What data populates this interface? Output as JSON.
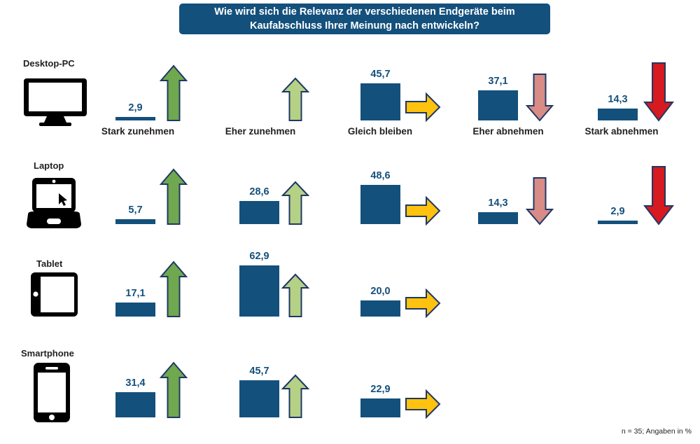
{
  "title": {
    "line1": "Wie wird sich die Relevanz der verschiedenen Endgeräte beim",
    "line2": "Kaufabschluss Ihrer Meinung nach entwickeln?"
  },
  "footnote": "n = 35; Angaben in %",
  "colors": {
    "banner": "#14507C",
    "bar": "#14507C",
    "value_text": "#14507C",
    "arrow_strong_up": "#6FA84F",
    "arrow_slight_up": "#B5D186",
    "arrow_same": "#FFC20E",
    "arrow_slight_down": "#D98B86",
    "arrow_strong_down": "#D71920",
    "arrow_outline": "#1F3864",
    "label_text": "#231F20"
  },
  "chart_data": {
    "type": "bar",
    "title": "Wie wird sich die Relevanz der verschiedenen Endgeräte beim Kaufabschluss Ihrer Meinung nach entwickeln?",
    "xlabel": "",
    "ylabel": "",
    "unit": "%",
    "sample_size": "n = 35",
    "grid": false,
    "legend": "none",
    "ylim": [
      0,
      62.9
    ],
    "categories": [
      "Stark zunehmen",
      "Eher zunehmen",
      "Gleich  bleiben",
      "Eher abnehmen",
      "Stark abnehmen"
    ],
    "series": [
      {
        "name": "Desktop-PC",
        "values": [
          2.9,
          null,
          45.7,
          37.1,
          14.3
        ]
      },
      {
        "name": "Laptop",
        "values": [
          5.7,
          28.6,
          48.6,
          14.3,
          2.9
        ]
      },
      {
        "name": "Tablet",
        "values": [
          17.1,
          62.9,
          20.0,
          null,
          null
        ]
      },
      {
        "name": "Smartphone",
        "values": [
          31.4,
          45.7,
          22.9,
          null,
          null
        ]
      }
    ],
    "value_labels": [
      {
        "device": "Desktop-PC",
        "labels": [
          "2,9",
          "",
          "45,7",
          "37,1",
          "14,3"
        ]
      },
      {
        "device": "Laptop",
        "labels": [
          "5,7",
          "28,6",
          "48,6",
          "14,3",
          "2,9"
        ]
      },
      {
        "device": "Tablet",
        "labels": [
          "17,1",
          "62,9",
          "20,0",
          "",
          ""
        ]
      },
      {
        "device": "Smartphone",
        "labels": [
          "31,4",
          "45,7",
          "22,9",
          "",
          ""
        ]
      }
    ]
  },
  "rows": [
    {
      "device": "Desktop-PC",
      "icon": "desktop-monitor-icon",
      "cells": [
        {
          "value": "2,9",
          "has_bar": true,
          "has_arrow": true,
          "arrow": "strong-up-arrow-icon"
        },
        {
          "value": "",
          "has_bar": false,
          "has_arrow": true,
          "arrow": "slight-up-arrow-icon"
        },
        {
          "value": "45,7",
          "has_bar": true,
          "has_arrow": true,
          "arrow": "same-right-arrow-icon"
        },
        {
          "value": "37,1",
          "has_bar": true,
          "has_arrow": true,
          "arrow": "slight-down-arrow-icon"
        },
        {
          "value": "14,3",
          "has_bar": true,
          "has_arrow": true,
          "arrow": "strong-down-arrow-icon"
        }
      ]
    },
    {
      "device": "Laptop",
      "icon": "laptop-icon",
      "cells": [
        {
          "value": "5,7",
          "has_bar": true,
          "has_arrow": true,
          "arrow": "strong-up-arrow-icon"
        },
        {
          "value": "28,6",
          "has_bar": true,
          "has_arrow": true,
          "arrow": "slight-up-arrow-icon"
        },
        {
          "value": "48,6",
          "has_bar": true,
          "has_arrow": true,
          "arrow": "same-right-arrow-icon"
        },
        {
          "value": "14,3",
          "has_bar": true,
          "has_arrow": true,
          "arrow": "slight-down-arrow-icon"
        },
        {
          "value": "2,9",
          "has_bar": true,
          "has_arrow": true,
          "arrow": "strong-down-arrow-icon"
        }
      ]
    },
    {
      "device": "Tablet",
      "icon": "tablet-icon",
      "cells": [
        {
          "value": "17,1",
          "has_bar": true,
          "has_arrow": true,
          "arrow": "strong-up-arrow-icon"
        },
        {
          "value": "62,9",
          "has_bar": true,
          "has_arrow": true,
          "arrow": "slight-up-arrow-icon"
        },
        {
          "value": "20,0",
          "has_bar": true,
          "has_arrow": true,
          "arrow": "same-right-arrow-icon"
        },
        {
          "value": "",
          "has_bar": false,
          "has_arrow": false,
          "arrow": ""
        },
        {
          "value": "",
          "has_bar": false,
          "has_arrow": false,
          "arrow": ""
        }
      ]
    },
    {
      "device": "Smartphone",
      "icon": "smartphone-icon",
      "cells": [
        {
          "value": "31,4",
          "has_bar": true,
          "has_arrow": true,
          "arrow": "strong-up-arrow-icon"
        },
        {
          "value": "45,7",
          "has_bar": true,
          "has_arrow": true,
          "arrow": "slight-up-arrow-icon"
        },
        {
          "value": "22,9",
          "has_bar": true,
          "has_arrow": true,
          "arrow": "same-right-arrow-icon"
        },
        {
          "value": "",
          "has_bar": false,
          "has_arrow": false,
          "arrow": ""
        },
        {
          "value": "",
          "has_bar": false,
          "has_arrow": false,
          "arrow": ""
        }
      ]
    }
  ]
}
